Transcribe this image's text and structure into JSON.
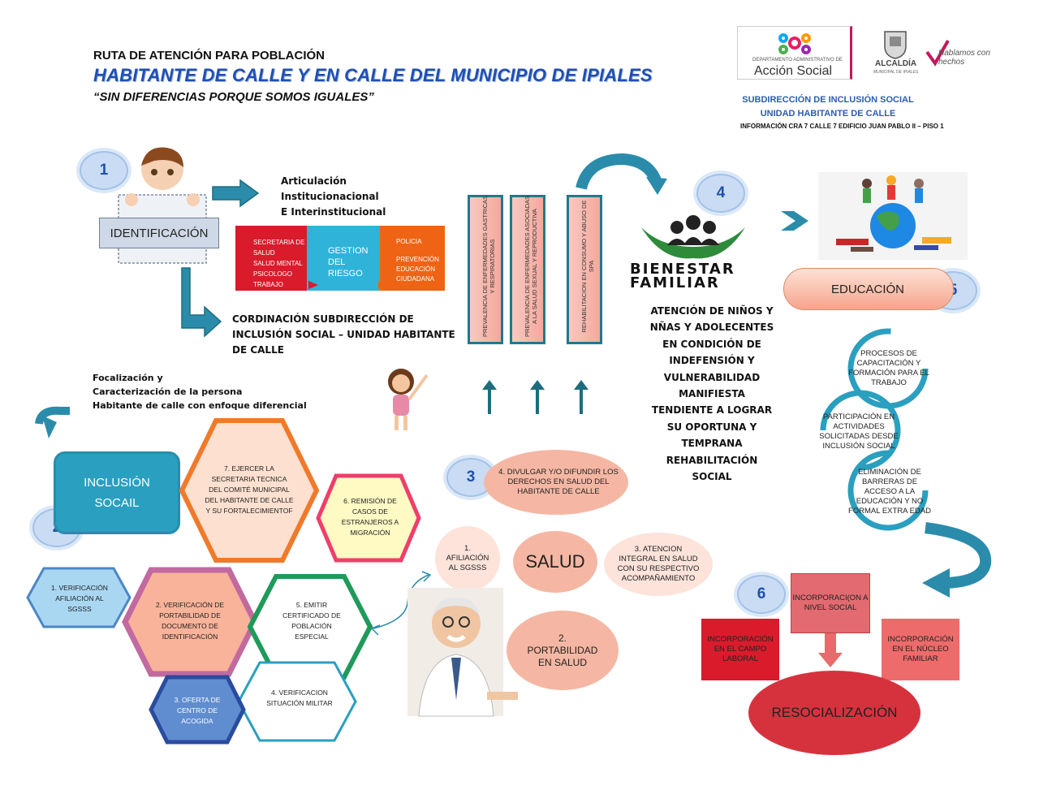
{
  "header": {
    "line1": "RUTA DE ATENCIÓN PARA POBLACIÓN",
    "line2": "HABITANTE DE CALLE Y EN CALLE DEL MUNICIPIO DE IPIALES",
    "line3": "“SIN DIFERENCIAS PORQUE SOMOS IGUALES”"
  },
  "logos": {
    "accion_small": "DEPARTAMENTO ADMINISTRATIVO DE",
    "accion_main": "Acción Social",
    "alcaldia": "ALCALDÍA",
    "alcaldia_sub": "MUNICIPAL DE IPIALES",
    "hablamos": "Hablamos con hechos"
  },
  "subdireccion": {
    "line1": "SUBDIRECCIÓN DE INCLUSIÓN SOCIAL",
    "line2": "UNIDAD HABITANTE DE CALLE",
    "line3": "INFORMACIÓN CRA 7 CALLE 7 EDIFICIO JUAN PABLO II – PISO 1"
  },
  "badges": [
    "1",
    "2",
    "3",
    "4",
    "5",
    "6"
  ],
  "identificacion": "IDENTIFICACIÓN",
  "articulacion": {
    "line1": "Articulación",
    "line2": "Institucionacional",
    "line3": "E  Interinstitucional"
  },
  "boxes": {
    "red": [
      "SECRETARIA DE SALUD",
      "SALUD MENTAL",
      "PSICOLOGO",
      "TRABAJO SOCIAL"
    ],
    "blue": "GESTION DEL RIESGO",
    "orange": [
      "POLICIA",
      "PREVENCIÓN",
      "EDUCACIÓN CIUDADANA"
    ]
  },
  "cordinacion": "CORDINACIÓN SUBDIRECCIÓN DE INCLUSIÓN SOCIAL – UNIDAD HABITANTE DE CALLE",
  "vertical_bars": [
    "PREVALENCIA DE ENFERMEDADES GASTRICAS Y RESPIRATORIAS",
    "PREVALENCIA DE ENFERMEDADES ASOCIADAS A LA SALUD SEXUAL Y REPRODUCTIVA",
    "REHABILITACION EN CONSUMO Y ABUSO DE SPA"
  ],
  "bienestar": {
    "line1": "BIENESTAR",
    "line2": "FAMILIAR"
  },
  "atencion_text": "ATENCIÓN DE NIÑOS Y NÑAS Y ADOLECENTES EN CONDICIÓN DE INDEFENSIÓN Y VULNERABILIDAD MANIFIESTA TENDIENTE A LOGRAR SU OPORTUNA Y TEMPRANA REHABILITACIÓN SOCIAL",
  "educacion": "EDUCACIÓN",
  "procesos": [
    "PROCESOS DE CAPACITACIÓN Y FORMACIÓN PARA EL TRABAJO",
    "PARTICIPACIÓN EN ACTIVIDADES SOLICITADAS DESDE INCLUSIÓN SOCIAL",
    "ELIMINACIÓN DE BARRERAS DE ACCESO A LA EDUCACIÓN Y NO FORMAL EXTRA EDAD"
  ],
  "focalizacion": {
    "line1": "Focalización y",
    "line2": "Caracterización de la persona",
    "line3": "Habitante de calle con enfoque diferencial"
  },
  "inclusion": {
    "line1": "INCLUSIÓN",
    "line2": "SOCAIL"
  },
  "hexagons": {
    "h7": "7. EJERCER LA SECRETARIA TECNICA DEL COMITÉ MUNICIPAL DEL HABITANTE DE CALLE Y SU FORTALECIMIENTOF",
    "h6": "6. REMISIÓN DE CASOS DE ESTRANJEROS A MIGRACIÓN",
    "h1": "1. VERIFICACIÓN AFILIACIÓN AL SGSSS",
    "h2": "2. VERIFICACIÓN DE PORTABILIDAD DE DOCUMENTO DE IDENTIFICACIÓN",
    "h5": "5. EMITIR CERTIFICADO DE POBLACIÓN ESPECIAL",
    "h4": "4. VERIFICACION SITUACIÓN MILITAR",
    "h3": "3. OFERTA DE CENTRO DE ACOGIDA"
  },
  "salud": {
    "divulgar": "4. DIVULGAR Y/O DIFUNDIR LOS DERECHOS EN SALUD DEL HABITANTE DE CALLE",
    "afiliacion": "1. AFILIACIÓN AL SGSSS",
    "center": "SALUD",
    "atencion": "3. ATENCION INTEGRAL EN SALUD CON SU RESPECTIVO ACOMPAÑAMIENTO",
    "portabilidad": "2. PORTABILIDAD EN SALUD"
  },
  "resocializacion": {
    "nivel_social": "INCORPORACI(ON A NIVEL SOCIAL",
    "campo": "INCORPORACIÓN EN EL CAMPO LABORAL",
    "familiar": "INCORPORACIÓN EN EL NÚCLEO FAMILIAR",
    "center": "RESOCIALIZACIÓN"
  },
  "colors": {
    "title_blue": "#1f4fb0",
    "teal": "#2a9fbf",
    "dark_teal": "#1d6d7d",
    "red": "#d91b2c",
    "orange": "#ee6414",
    "green": "#2e8b3a",
    "salmon": "#f5b7a3"
  },
  "icons": [
    "boy-illustration-icon",
    "girl-illustration-icon",
    "doctor-illustration-icon",
    "bienestar-familiar-logo-icon",
    "education-globe-icon",
    "accion-social-logo-icon",
    "alcaldia-shield-icon"
  ]
}
